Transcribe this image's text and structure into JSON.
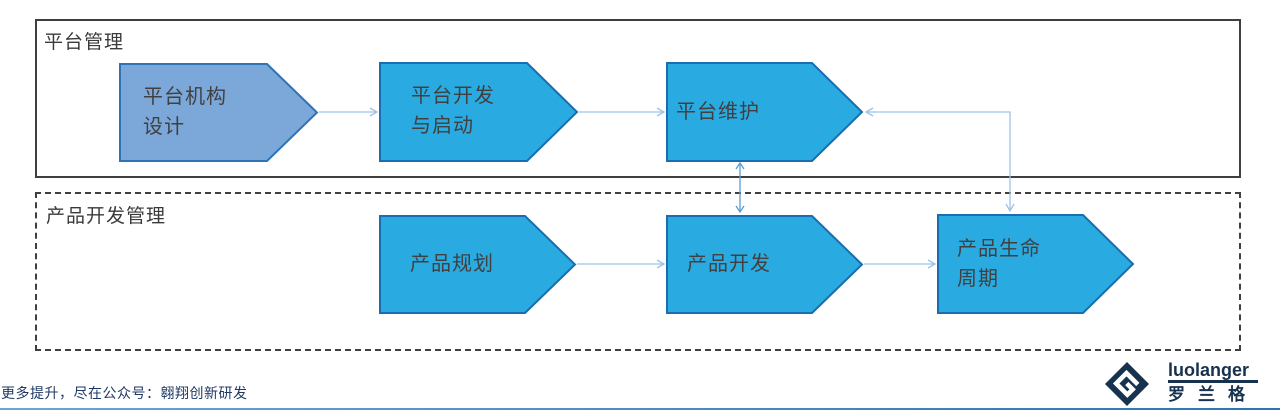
{
  "lanes": [
    {
      "label": "平台管理",
      "border_style": "solid"
    },
    {
      "label": "产品开发管理",
      "border_style": "dashed"
    }
  ],
  "shapes": [
    {
      "id": "platform-org-design",
      "lines": [
        "平台机构",
        "设计"
      ],
      "fill": "#7ca7d9",
      "border": "#2e74b5"
    },
    {
      "id": "platform-dev-launch",
      "lines": [
        "平台开发",
        "与启动"
      ],
      "fill": "#29abe2",
      "border": "#1a6dae"
    },
    {
      "id": "platform-maintenance",
      "lines": [
        "平台维护"
      ],
      "fill": "#29abe2",
      "border": "#1a6dae"
    },
    {
      "id": "product-planning",
      "lines": [
        "产品规划"
      ],
      "fill": "#29abe2",
      "border": "#1a6dae"
    },
    {
      "id": "product-development",
      "lines": [
        "产品开发"
      ],
      "fill": "#29abe2",
      "border": "#1a6dae"
    },
    {
      "id": "product-lifecycle",
      "lines": [
        "产品生命",
        "周期"
      ],
      "fill": "#29abe2",
      "border": "#1a6dae"
    }
  ],
  "connectors": {
    "light_color": "#9dc3e6",
    "strong_color": "#5b9bd5",
    "flows": [
      "platform-org-design → platform-dev-launch",
      "platform-dev-launch → platform-maintenance",
      "platform-maintenance ↔ product-lifecycle (elbow)",
      "platform-maintenance ↔ product-development (vertical)",
      "product-planning → product-development",
      "product-development → product-lifecycle"
    ]
  },
  "footer": {
    "promo_text": "更多提升，尽在公众号：翱翔创新研发"
  },
  "logo": {
    "name_en": "luolanger",
    "name_cn": "罗兰格",
    "color": "#16324f",
    "icon": "diamond-spiral-icon"
  },
  "colors": {
    "lane_border": "#3f3f3f",
    "text": "#404040",
    "bottom_rule": "#2e74b5"
  }
}
